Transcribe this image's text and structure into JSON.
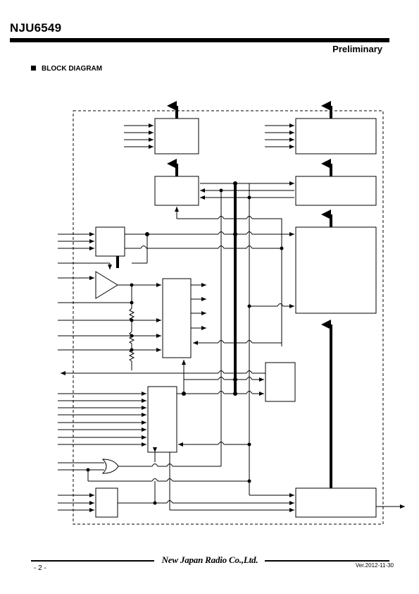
{
  "header": {
    "part_number": "NJU6549",
    "status": "Preliminary"
  },
  "section": {
    "title": "BLOCK DIAGRAM"
  },
  "footer": {
    "company": "New Japan Radio Co.,Ltd.",
    "page": "- 2 -",
    "version": "Ver.2012-11-30"
  }
}
